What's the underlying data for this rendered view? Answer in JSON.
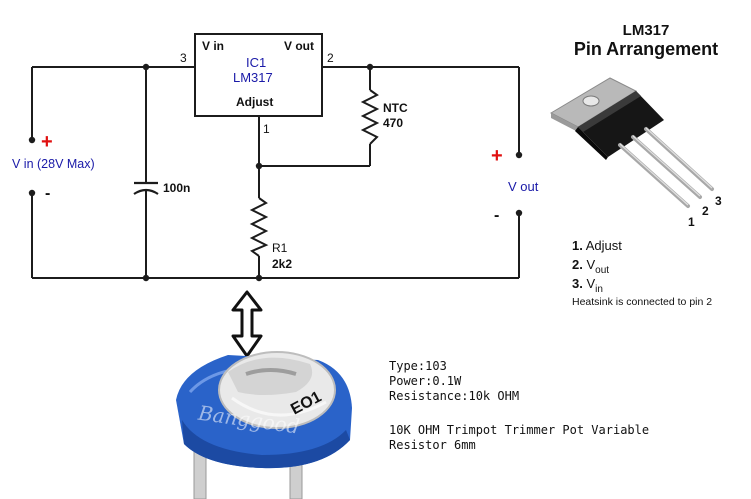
{
  "schematic": {
    "ic": {
      "designator": "IC1",
      "part": "LM317",
      "pin_vin": "V in",
      "pin_vout": "V out",
      "pin_adjust": "Adjust",
      "pin_num_vin": "3",
      "pin_num_vout": "2",
      "pin_num_adjust": "1"
    },
    "input": {
      "plus": "+",
      "minus": "-",
      "label": "V in (28V Max)"
    },
    "output": {
      "plus": "+",
      "minus": "-",
      "label": "V out"
    },
    "capacitor": {
      "value": "100n"
    },
    "ntc": {
      "name": "NTC",
      "value": "470"
    },
    "resistor": {
      "name": "R1",
      "value": "2k2"
    }
  },
  "pinout": {
    "title": "LM317",
    "subtitle": "Pin Arrangement",
    "pin_numbers": [
      "1",
      "2",
      "3"
    ],
    "legend": [
      {
        "num": "1.",
        "name": "Adjust",
        "sub": ""
      },
      {
        "num": "2.",
        "name": "V",
        "sub": "out"
      },
      {
        "num": "3.",
        "name": "V",
        "sub": "in"
      }
    ],
    "note": "Heatsink is connected to pin 2"
  },
  "trimpot": {
    "specs": [
      "Type:103",
      "Power:0.1W",
      "Resistance:10k OHM"
    ],
    "description": [
      "10K OHM Trimpot Trimmer Pot Variable",
      "Resistor 6mm"
    ],
    "marking": "EO1",
    "watermark": "Banggood"
  },
  "colors": {
    "wire": "#1c1c1c",
    "label_blue": "#1a1aa8",
    "polarity_red": "#e01010",
    "trimpot_blue": "#2a63c9"
  }
}
